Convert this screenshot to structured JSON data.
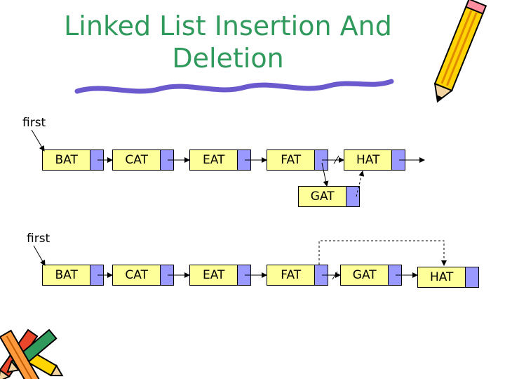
{
  "title": "Linked List Insertion And Deletion",
  "list1": {
    "head_label": "first",
    "nodes": [
      "BAT",
      "CAT",
      "EAT",
      "FAT",
      "HAT"
    ],
    "inserted_node": "GAT"
  },
  "list2": {
    "head_label": "first",
    "nodes": [
      "BAT",
      "CAT",
      "EAT",
      "FAT",
      "GAT",
      "HAT"
    ]
  },
  "colors": {
    "title": "#2f9a5c",
    "node_data": "#ffff99",
    "node_link": "#9999ff",
    "underline": "#6a5acd"
  }
}
